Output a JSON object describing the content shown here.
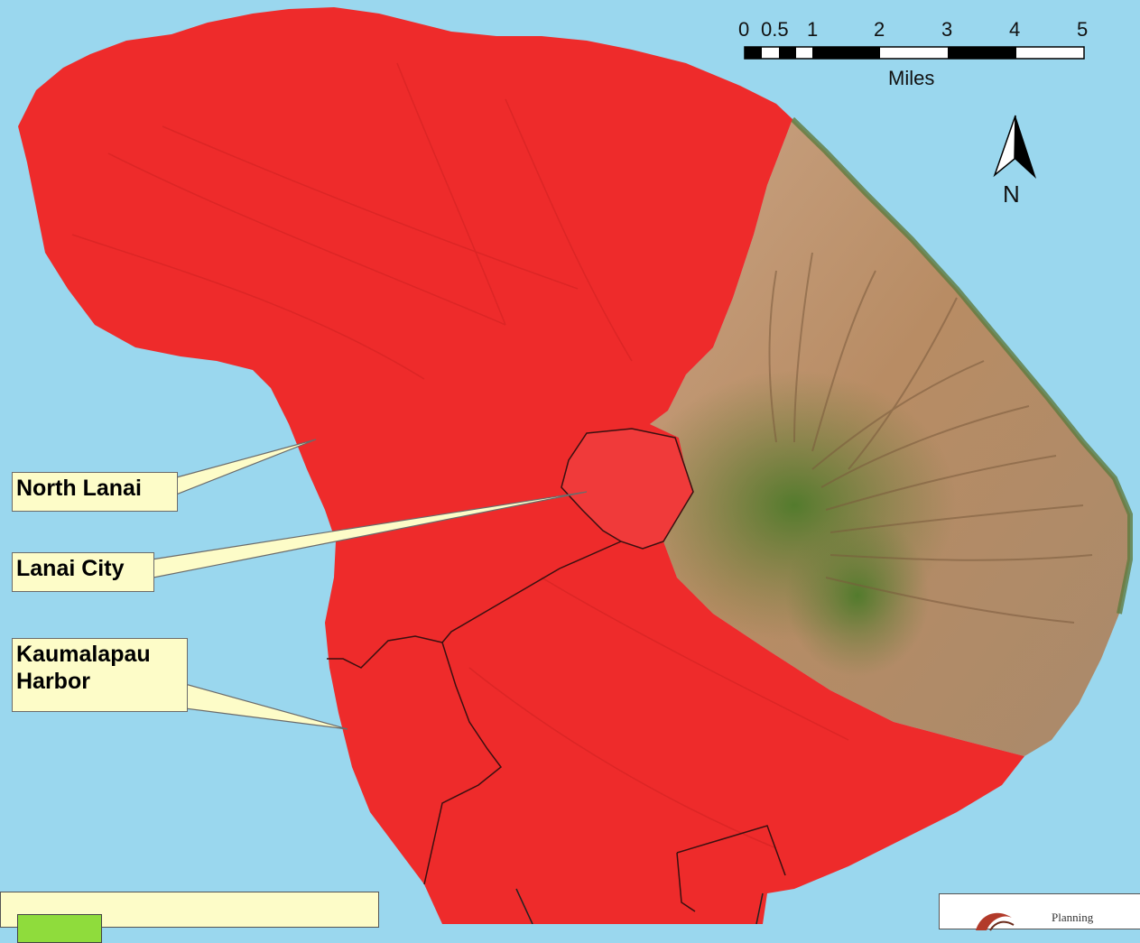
{
  "labels": {
    "north_lanai": "North Lanai",
    "lanai_city": "Lanai City",
    "kaumalapau_line1": "Kaumalapau",
    "kaumalapau_line2": "Harbor"
  },
  "scale_bar": {
    "ticks": [
      "0",
      "0.5",
      "1",
      "2",
      "3",
      "4",
      "5"
    ],
    "unit": "Miles"
  },
  "north_arrow": {
    "label": "N"
  },
  "logo": {
    "text": "Planning"
  },
  "colors": {
    "ocean": "#9ad7ee",
    "designated_region": "#ee2b2b",
    "terrain_tan": "#b8916a",
    "terrain_green": "#5d7a36",
    "callout_fill": "#fdfcc8",
    "legend_swatch": "#8fdc3c"
  }
}
